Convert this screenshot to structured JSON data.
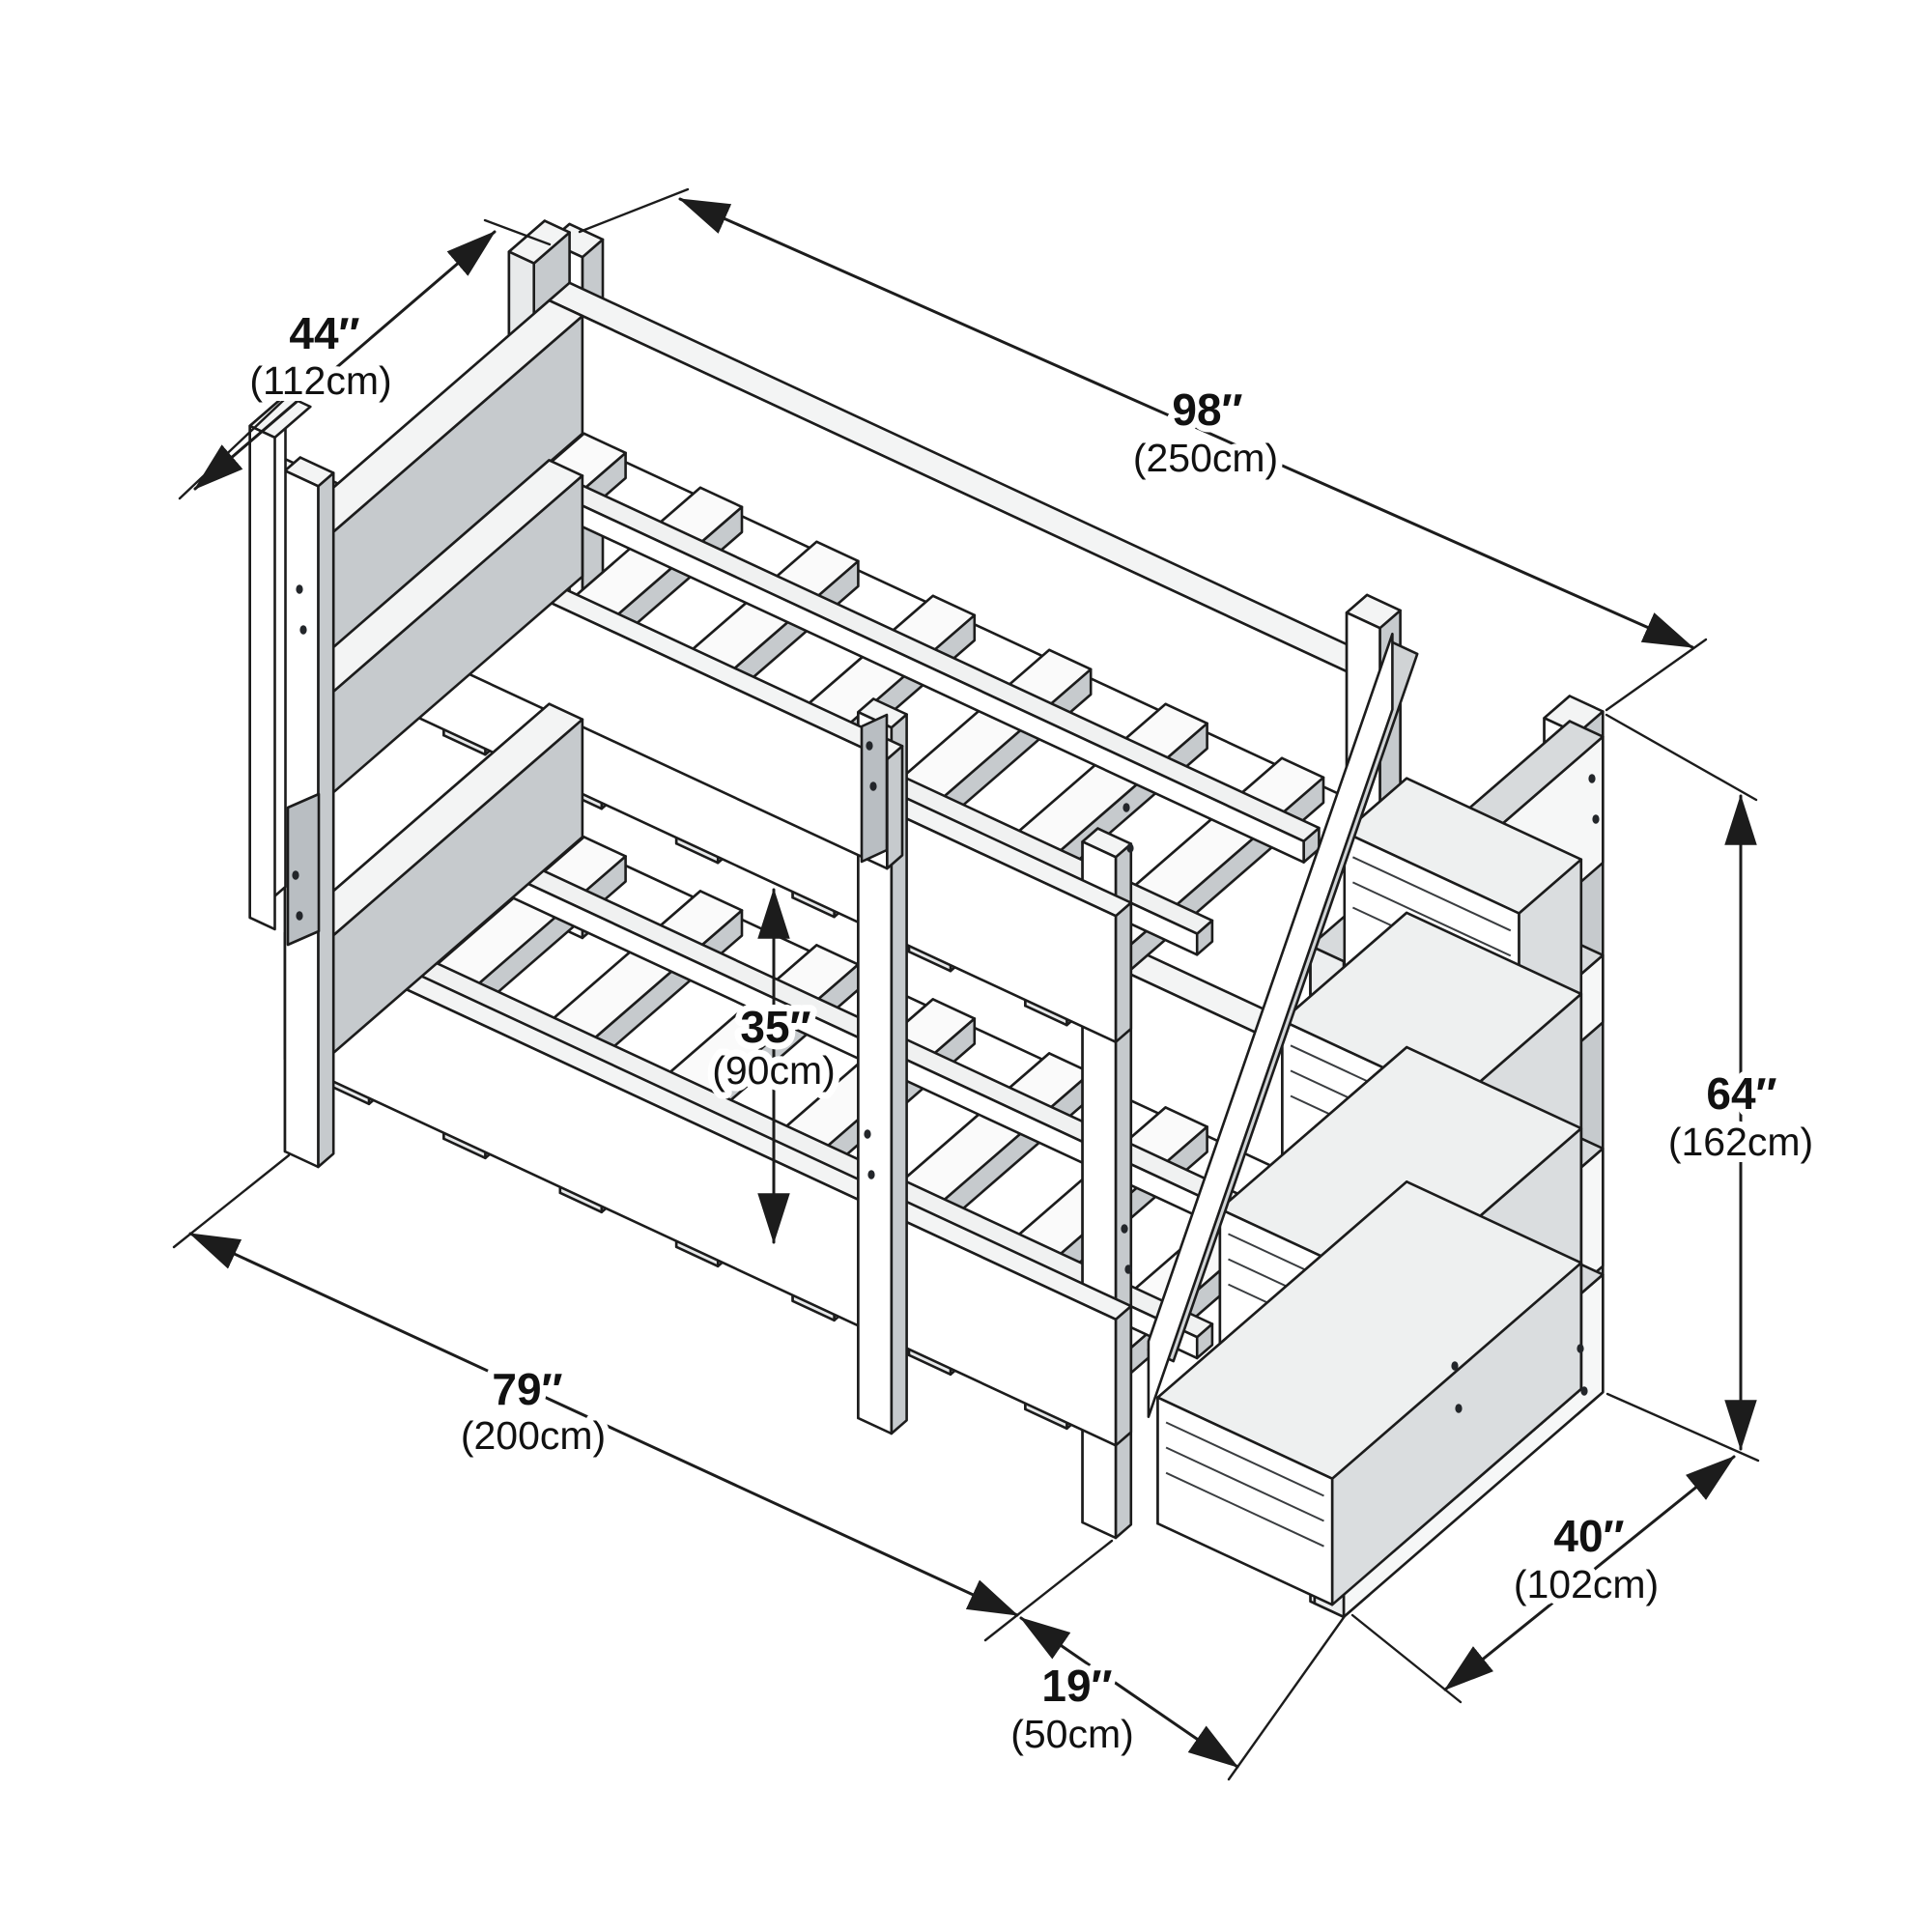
{
  "diagram": {
    "type": "isometric-furniture-dimension-diagram",
    "subject": "bunk bed with staircase",
    "dimensions": {
      "depth_overall": {
        "inches": "44″",
        "cm": "(112cm)"
      },
      "length_overall": {
        "inches": "98″",
        "cm": "(250cm)"
      },
      "bunk_gap": {
        "inches": "35″",
        "cm": "(90cm)"
      },
      "height_overall": {
        "inches": "64″",
        "cm": "(162cm)"
      },
      "bed_length": {
        "inches": "79″",
        "cm": "(200cm)"
      },
      "stair_depth": {
        "inches": "19″",
        "cm": "(50cm)"
      },
      "stair_width": {
        "inches": "40″",
        "cm": "(102cm)"
      }
    },
    "colors": {
      "outline": "#1c1c1c",
      "fill_white": "#ffffff",
      "fill_top": "#f3f4f4",
      "fill_shade": "#c6cacd",
      "fill_side": "#e9ebec",
      "text": "#111111",
      "background": "#ffffff"
    }
  }
}
